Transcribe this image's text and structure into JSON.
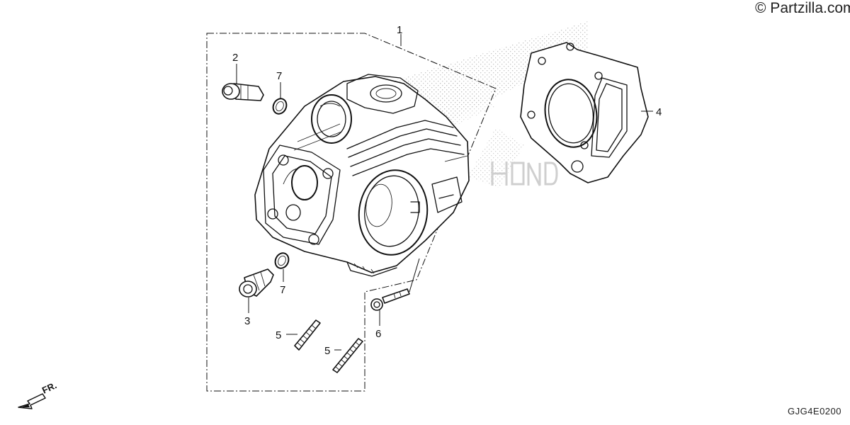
{
  "watermark": {
    "copyright": "© Partzilla.com"
  },
  "diagram_code": "GJG4E0200",
  "direction": {
    "label": "FR."
  },
  "callouts": [
    {
      "id": "1",
      "part": "cylinder-head"
    },
    {
      "id": "2",
      "part": "upper-inspection-plug"
    },
    {
      "id": "3",
      "part": "lower-inspection-plug"
    },
    {
      "id": "4",
      "part": "cylinder-head-gasket"
    },
    {
      "id": "5a",
      "label": "5",
      "part": "stud-bolt"
    },
    {
      "id": "5b",
      "label": "5",
      "part": "stud-bolt"
    },
    {
      "id": "6",
      "part": "flange-bolt"
    },
    {
      "id": "7a",
      "label": "7",
      "part": "o-ring"
    },
    {
      "id": "7b",
      "label": "7",
      "part": "o-ring"
    }
  ],
  "labels": {
    "c1": "1",
    "c2": "2",
    "c3": "3",
    "c4": "4",
    "c5a": "5",
    "c5b": "5",
    "c6": "6",
    "c7a": "7",
    "c7b": "7"
  },
  "colors": {
    "ink": "#111111",
    "background": "#ffffff",
    "watermark": "#d8d8d8"
  }
}
